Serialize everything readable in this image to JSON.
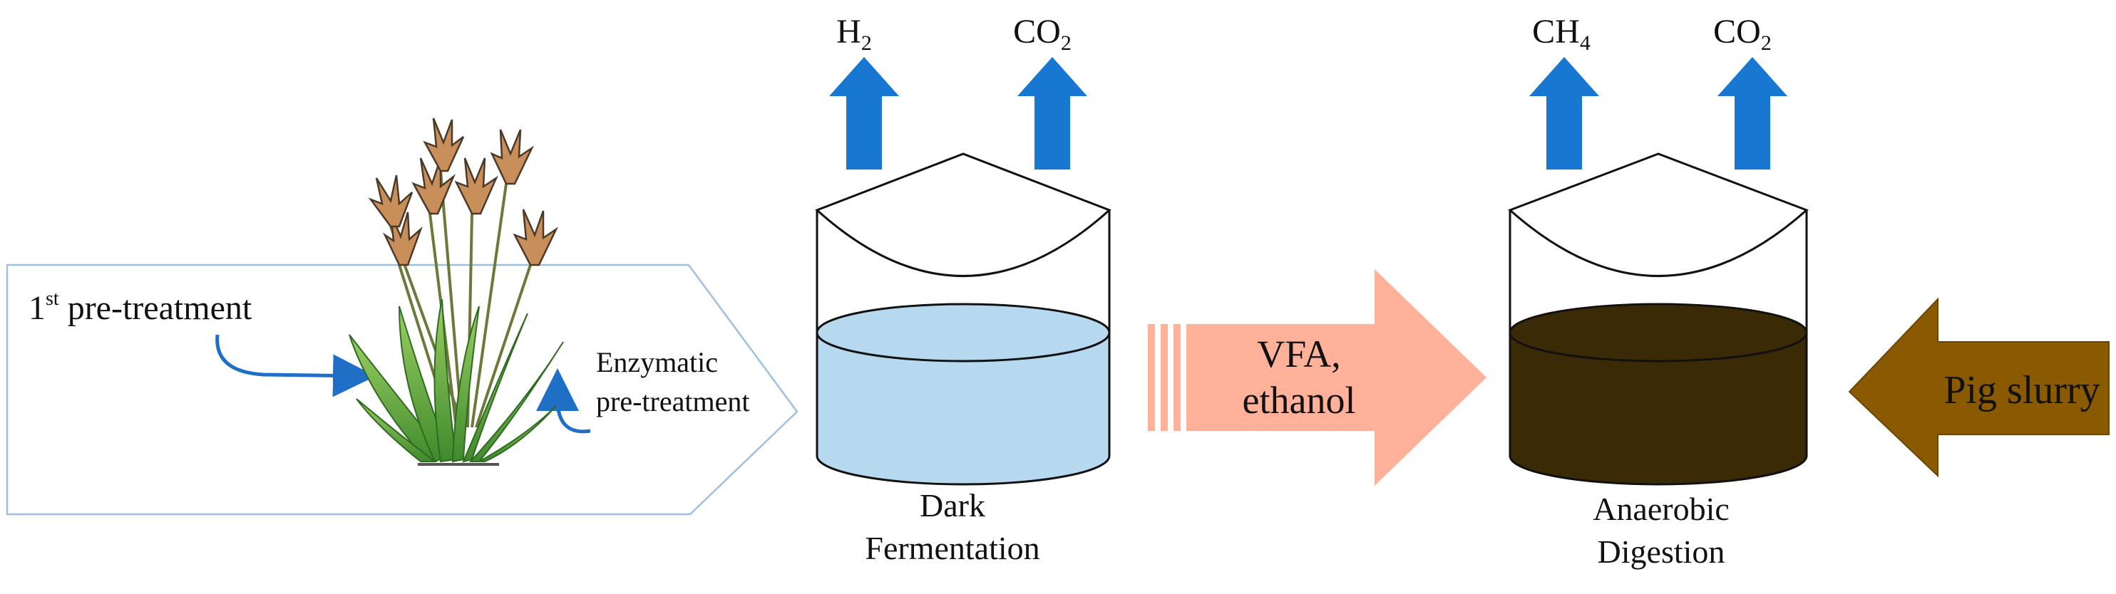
{
  "pretreatment_box": {
    "first_label_num": "1",
    "first_label_sup": "st",
    "first_label_rest": " pre-treatment",
    "enzymatic_line1": "Enzymatic",
    "enzymatic_line2": "pre-treatment"
  },
  "plant": {
    "icon": "reed-plant-icon"
  },
  "dark_fermentation": {
    "label_line1": "Dark",
    "label_line2": "Fermentation",
    "liquid_color": "#b6d9f0",
    "gas_outputs": [
      {
        "base": "H",
        "sub": "2"
      },
      {
        "base": "CO",
        "sub": "2"
      }
    ]
  },
  "transfer_arrow": {
    "line1": "VFA,",
    "line2": "ethanol",
    "color": "#ffb199"
  },
  "anaerobic_digestion": {
    "label_line1": "Anaerobic",
    "label_line2": "Digestion",
    "liquid_color": "#3b2a06",
    "gas_outputs": [
      {
        "base": "CH",
        "sub": "4"
      },
      {
        "base": "CO",
        "sub": "2"
      }
    ]
  },
  "slurry_arrow": {
    "label": "Pig slurry",
    "color": "#8a5a00"
  },
  "colors": {
    "gas_arrow": "#1777d1",
    "curved_arrow": "#1f6fc6",
    "box_outline": "#9dc0e4"
  }
}
